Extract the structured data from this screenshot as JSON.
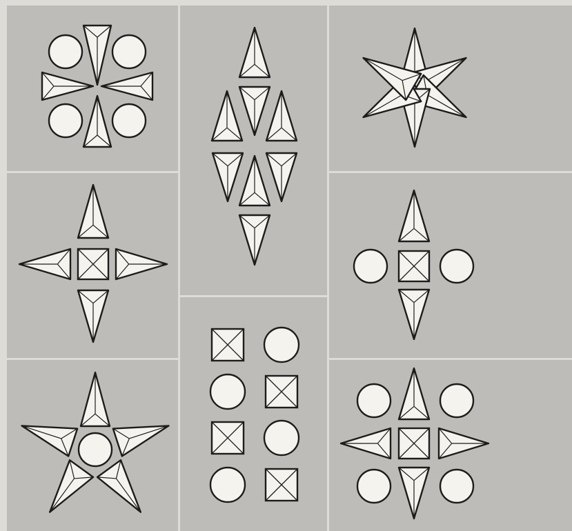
{
  "colors": {
    "background": "#dedcd6",
    "panel": "#bdbcb8",
    "divider": "#e6e5e1",
    "shape_fill": "#f4f3ee",
    "stroke": "#1c1c1c"
  },
  "panels": [
    {
      "id": "top-left",
      "name": "circles-and-four-triangles-cluster"
    },
    {
      "id": "top-middle",
      "name": "diamond-of-triangles"
    },
    {
      "id": "top-right",
      "name": "six-point-triangle-star"
    },
    {
      "id": "middle-left",
      "name": "four-triangles-around-square"
    },
    {
      "id": "middle-right",
      "name": "square-with-triangles-and-circles"
    },
    {
      "id": "bottom-left",
      "name": "five-point-star-around-circle"
    },
    {
      "id": "bottom-middle",
      "name": "alternating-squares-and-circles-grid"
    },
    {
      "id": "bottom-right",
      "name": "square-with-triangles-and-four-circles"
    }
  ]
}
